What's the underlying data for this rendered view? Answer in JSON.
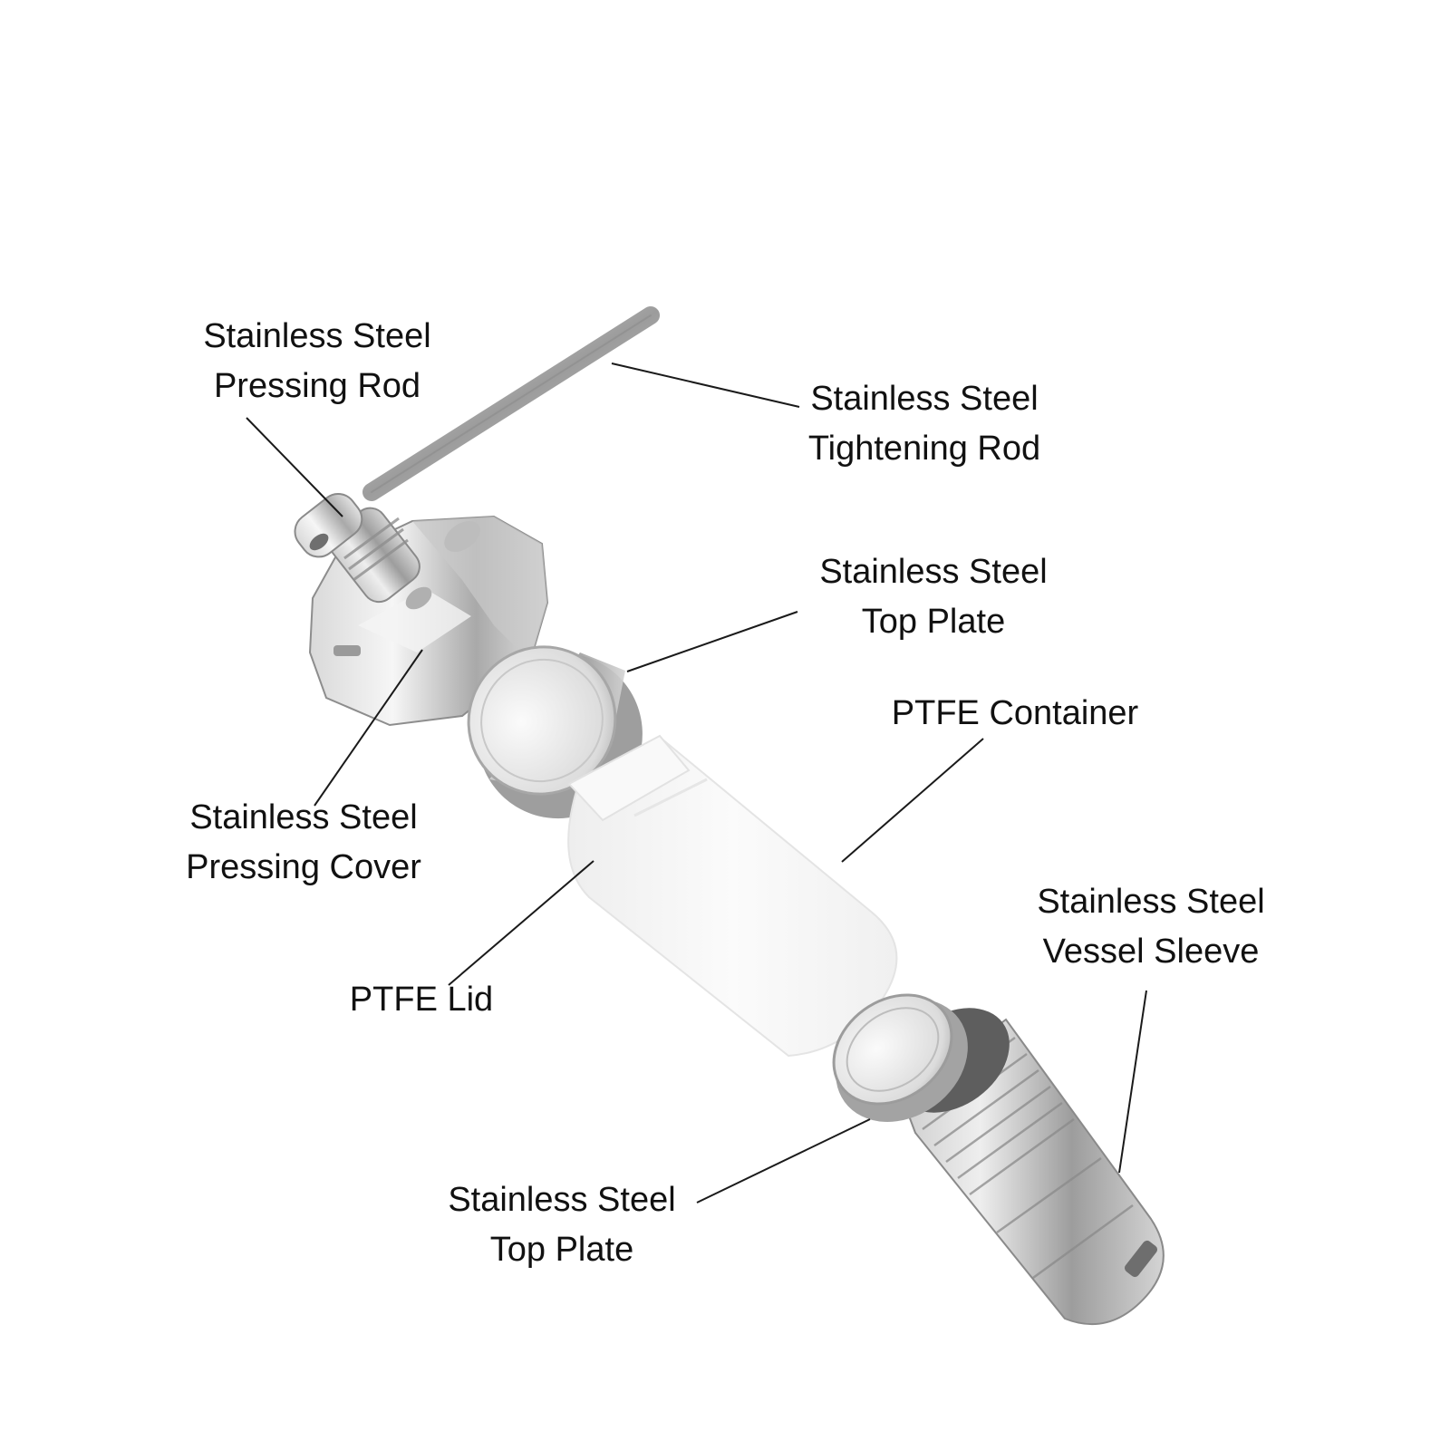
{
  "labels": {
    "pressing_rod": {
      "line1": "Stainless Steel",
      "line2": "Pressing Rod"
    },
    "tightening_rod": {
      "line1": "Stainless Steel",
      "line2": "Tightening Rod"
    },
    "top_plate_upper": {
      "line1": "Stainless Steel",
      "line2": "Top Plate"
    },
    "ptfe_container": {
      "line1": "PTFE Container"
    },
    "pressing_cover": {
      "line1": "Stainless Steel",
      "line2": "Pressing Cover"
    },
    "ptfe_lid": {
      "line1": "PTFE Lid"
    },
    "vessel_sleeve": {
      "line1": "Stainless Steel",
      "line2": "Vessel Sleeve"
    },
    "top_plate_lower": {
      "line1": "Stainless Steel",
      "line2": "Top Plate"
    }
  },
  "colors": {
    "steel_light": "#f2f2f2",
    "steel_mid": "#bdbdbd",
    "steel_dark": "#7a7a7a",
    "ptfe": "#f7f7f7",
    "leader_line": "#1a1a1a",
    "text": "#111111"
  }
}
